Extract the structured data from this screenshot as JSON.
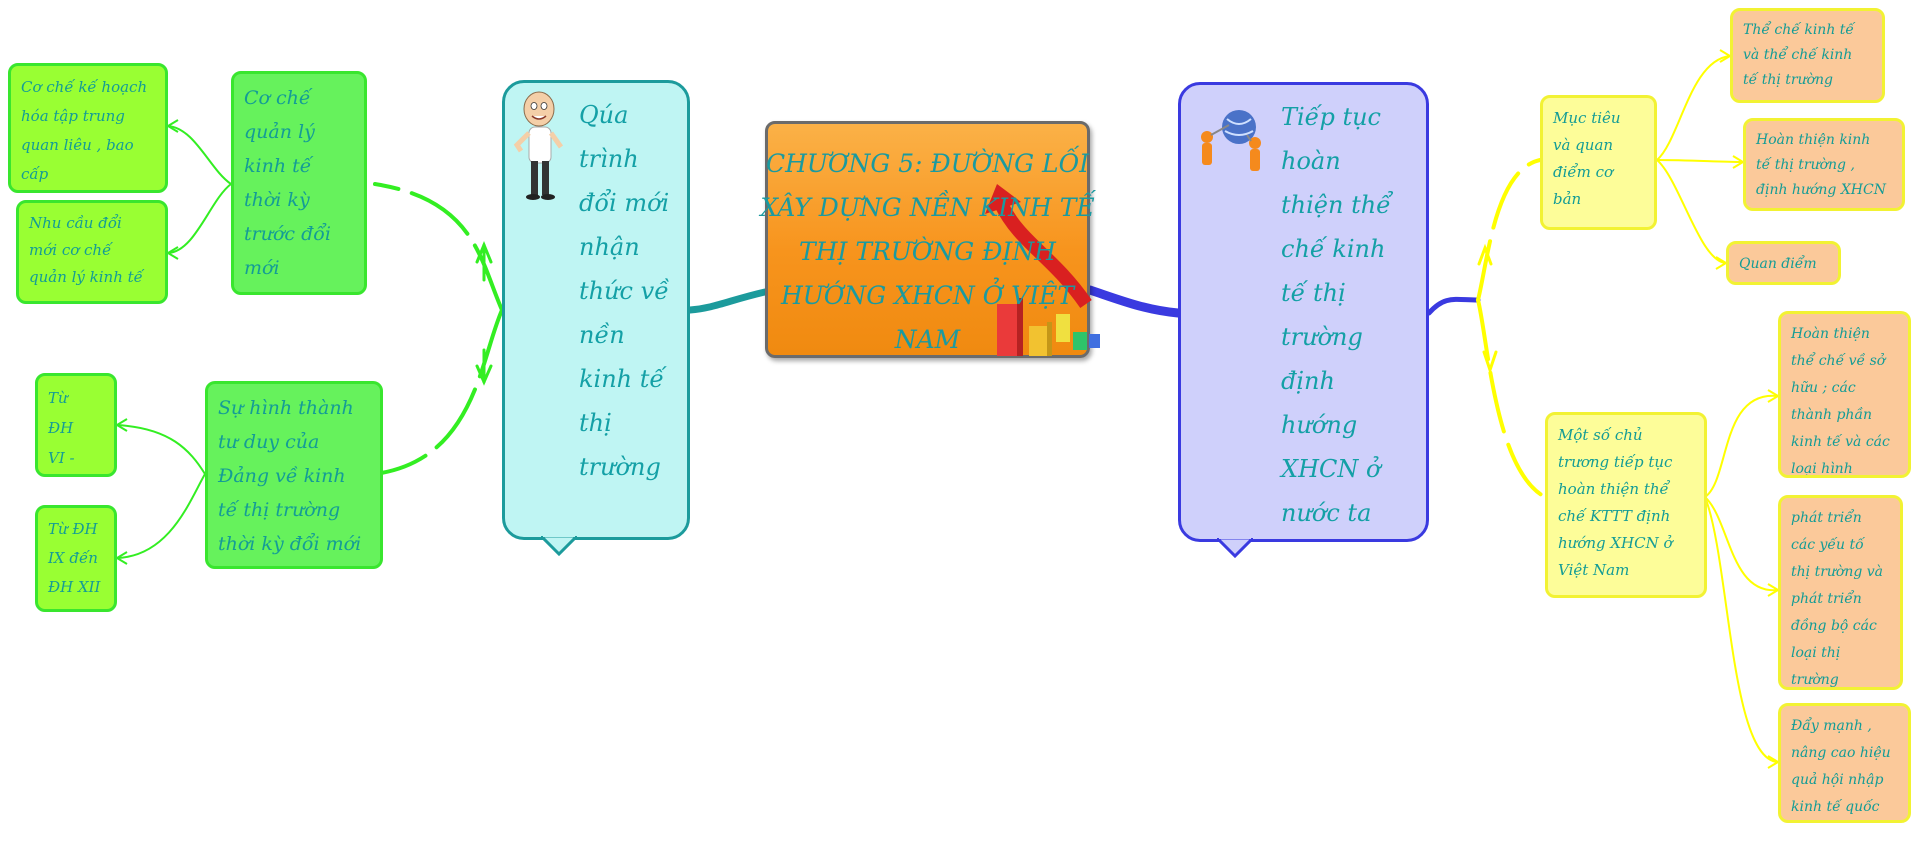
{
  "center": {
    "title": "CHƯƠNG 5: ĐƯỜNG LỐI XÂY DỰNG NỀN KINH TẾ THỊ TRƯỜNG ĐỊNH HƯỚNG XHCN Ở VIỆT NAM",
    "icon": "bar-chart-arrow-icon"
  },
  "left_branch": {
    "title": "Qúa\ntrình\nđổi mới\nnhận\nthức về\nnền\nkinh tế\nthị\ntrường",
    "icon": "cartoon-man-thumbs-up-icon",
    "children": [
      {
        "label": "Cơ chế\nquản lý\nkinh tế\nthời kỳ\ntrước đổi\nmới",
        "children": [
          "Cơ chế kế hoạch\nhóa tập trung\nquan liêu , bao\ncấp",
          "Nhu cầu đổi\nmới cơ chế\nquản lý kinh tế"
        ]
      },
      {
        "label": "Sự hình thành\ntư duy của\nĐảng về kinh\ntế thị trường\nthời kỳ đổi mới",
        "children": [
          "Từ\nĐH\nVI -",
          "Từ ĐH\nIX đến\nĐH XII"
        ]
      }
    ]
  },
  "right_branch": {
    "title": "Tiếp tục\nhoàn\nthiện thể\nchế kinh\ntế thị\ntrường\nđịnh\nhướng\nXHCN ở\nnước ta",
    "icon": "people-globe-network-icon",
    "children": [
      {
        "label": "Mục tiêu\nvà quan\nđiểm cơ\nbản",
        "children": [
          "Thể chế kinh tế\nvà thể chế kinh\ntế thị trường",
          "Hoàn thiện kinh\ntế thị trường ,\nđịnh hướng XHCN",
          "Quan điểm"
        ]
      },
      {
        "label": "Một số chủ\ntrương tiếp tục\nhoàn thiện thể\nchế KTTT định\nhướng XHCN ở\nViệt Nam",
        "children": [
          "Hoàn thiện\nthể chế về sở\nhữu ; các\nthành phần\nkinh tế và các\nloại hình doanh\nnghiệp",
          "phát triển\ncác yếu tố\nthị trường và\nphát triển\nđồng bộ các\nloại thị\ntrường",
          "Đẩy mạnh ,\nnâng cao hiệu\nquả hội nhập\nkinh tế quốc\ntế"
        ]
      }
    ]
  },
  "colors": {
    "center_fill": "#f7941d",
    "text": "#149c96",
    "left_bubble": "#bff5f3",
    "right_bubble": "#cfd0fb",
    "green_node": "#66f25c",
    "lime_node": "#99ff33",
    "yellow_node": "#fdfd99",
    "peach_node": "#fbc99a",
    "left_connector": "#1c9b9c",
    "right_connector": "#3a3ae0",
    "green_connector": "#33ee22",
    "yellow_connector": "#ffff00"
  }
}
